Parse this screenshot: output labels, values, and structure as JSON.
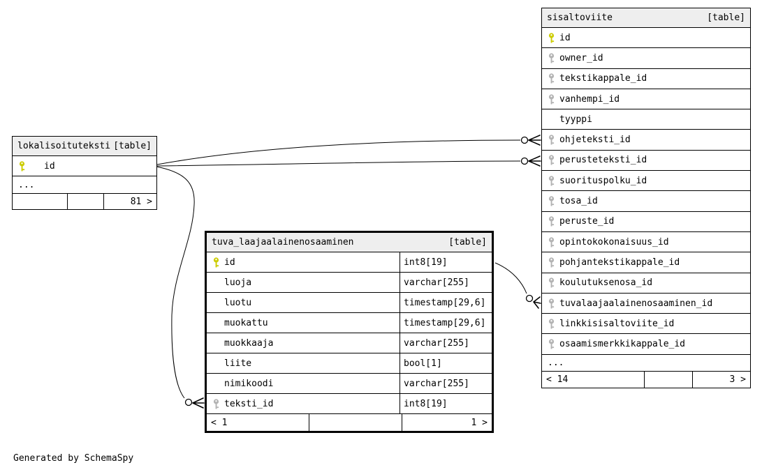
{
  "page": {
    "footer_note": "Generated by SchemaSpy",
    "background": "#ffffff"
  },
  "colors": {
    "primary_key": "#cccc00",
    "foreign_key": "#b3b3b3",
    "header_bg": "#eeeeee",
    "border": "#000000",
    "relationship_line": "#000000"
  },
  "tables": [
    {
      "name": "lokalisoituteksti",
      "badge": "[table]",
      "show_types": false,
      "columns": [
        {
          "name": "id",
          "key": "primary",
          "type": ""
        }
      ],
      "ellipsis_label": "...",
      "footer": {
        "left": "",
        "middle": "",
        "right": "81 >"
      }
    },
    {
      "name": "tuva_laajaalainenosaaminen",
      "badge": "[table]",
      "show_types": true,
      "columns": [
        {
          "name": "id",
          "key": "primary",
          "type": "int8[19]"
        },
        {
          "name": "luoja",
          "key": "none",
          "type": "varchar[255]"
        },
        {
          "name": "luotu",
          "key": "none",
          "type": "timestamp[29,6]"
        },
        {
          "name": "muokattu",
          "key": "none",
          "type": "timestamp[29,6]"
        },
        {
          "name": "muokkaaja",
          "key": "none",
          "type": "varchar[255]"
        },
        {
          "name": "liite",
          "key": "none",
          "type": "bool[1]"
        },
        {
          "name": "nimikoodi",
          "key": "none",
          "type": "varchar[255]"
        },
        {
          "name": "teksti_id",
          "key": "foreign",
          "type": "int8[19]"
        }
      ],
      "footer": {
        "left": "< 1",
        "middle": "",
        "right": "1 >"
      }
    },
    {
      "name": "sisaltoviite",
      "badge": "[table]",
      "show_types": false,
      "columns": [
        {
          "name": "id",
          "key": "primary",
          "type": ""
        },
        {
          "name": "owner_id",
          "key": "foreign",
          "type": ""
        },
        {
          "name": "tekstikappale_id",
          "key": "foreign",
          "type": ""
        },
        {
          "name": "vanhempi_id",
          "key": "foreign",
          "type": ""
        },
        {
          "name": "tyyppi",
          "key": "none",
          "type": ""
        },
        {
          "name": "ohjeteksti_id",
          "key": "foreign",
          "type": ""
        },
        {
          "name": "perusteteksti_id",
          "key": "foreign",
          "type": ""
        },
        {
          "name": "suorituspolku_id",
          "key": "foreign",
          "type": ""
        },
        {
          "name": "tosa_id",
          "key": "foreign",
          "type": ""
        },
        {
          "name": "peruste_id",
          "key": "foreign",
          "type": ""
        },
        {
          "name": "opintokokonaisuus_id",
          "key": "foreign",
          "type": ""
        },
        {
          "name": "pohjantekstikappale_id",
          "key": "foreign",
          "type": ""
        },
        {
          "name": "koulutuksenosa_id",
          "key": "foreign",
          "type": ""
        },
        {
          "name": "tuvalaajaalainenosaaminen_id",
          "key": "foreign",
          "type": ""
        },
        {
          "name": "linkkisisaltoviite_id",
          "key": "foreign",
          "type": ""
        },
        {
          "name": "osaamismerkkikappale_id",
          "key": "foreign",
          "type": ""
        }
      ],
      "ellipsis_label": "...",
      "footer": {
        "left": "< 14",
        "middle": "",
        "right": "3 >"
      }
    }
  ],
  "relationships": [
    {
      "from": "lokalisoituteksti.id",
      "to": "sisaltoviite.ohjeteksti_id"
    },
    {
      "from": "lokalisoituteksti.id",
      "to": "sisaltoviite.perusteteksti_id"
    },
    {
      "from": "lokalisoituteksti.id",
      "to": "tuva_laajaalainenosaaminen.teksti_id"
    },
    {
      "from": "tuva_laajaalainenosaaminen.id",
      "to": "sisaltoviite.tuvalaajaalainenosaaminen_id"
    }
  ]
}
